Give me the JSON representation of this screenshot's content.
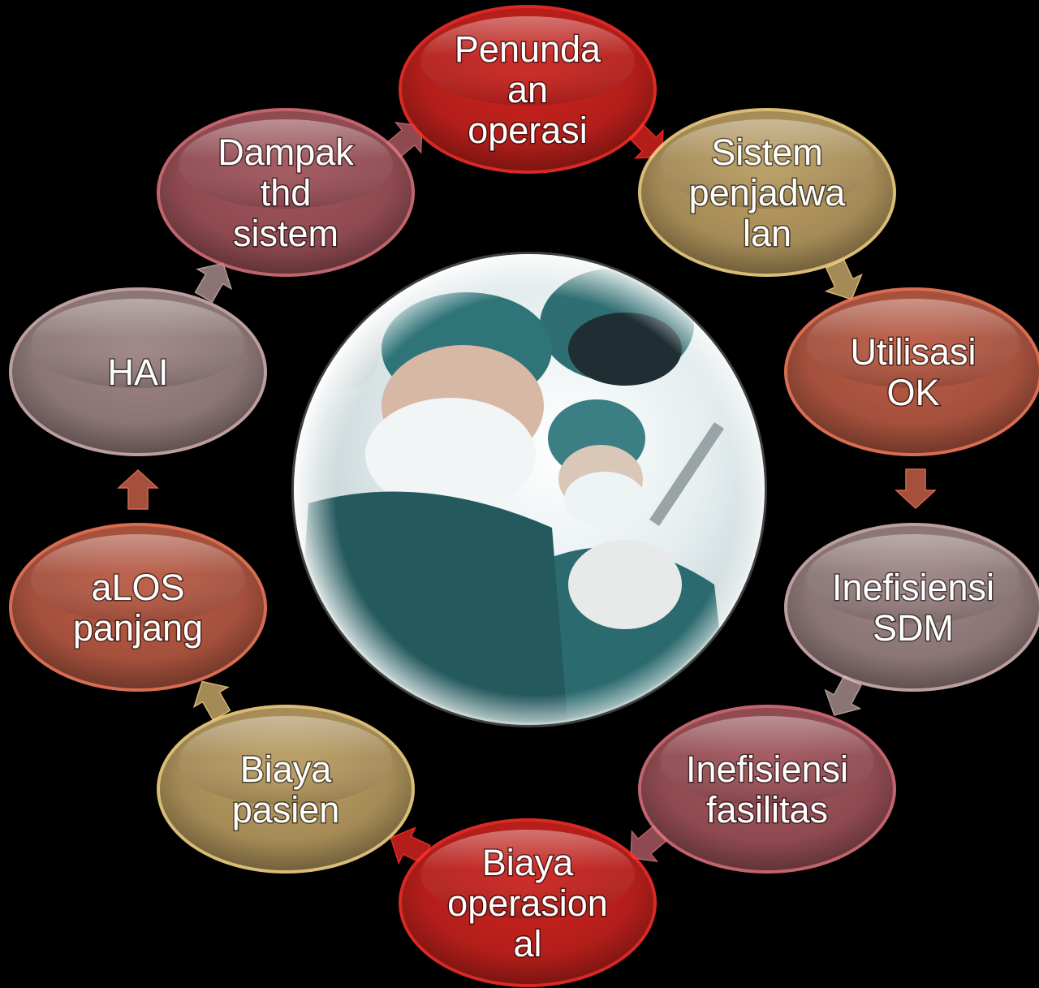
{
  "diagram": {
    "type": "cycle",
    "center_image": "surgical-team-photo",
    "nodes": [
      {
        "id": "penundaan",
        "lines": [
          "Penunda",
          "an",
          "operasi"
        ],
        "color": "#b31e1a"
      },
      {
        "id": "sistem-penjadwalan",
        "lines": [
          "Sistem",
          "penjadwa",
          "lan"
        ],
        "color": "#a48a56"
      },
      {
        "id": "utilisasi-ok",
        "lines": [
          "Utilisasi",
          "OK"
        ],
        "color": "#a4503c"
      },
      {
        "id": "inefisiensi-sdm",
        "lines": [
          "Inefisiensi",
          "SDM"
        ],
        "color": "#8a7474"
      },
      {
        "id": "inefisiensi-fasilitas",
        "lines": [
          "Inefisiensi",
          "fasilitas"
        ],
        "color": "#8e4a50"
      },
      {
        "id": "biaya-operasional",
        "lines": [
          "Biaya",
          "operasion",
          "al"
        ],
        "color": "#b31e1a"
      },
      {
        "id": "biaya-pasien",
        "lines": [
          "Biaya",
          "pasien"
        ],
        "color": "#a48a56"
      },
      {
        "id": "alos-panjang",
        "lines": [
          "aLOS",
          "panjang"
        ],
        "color": "#a4503c"
      },
      {
        "id": "hai",
        "lines": [
          "HAI"
        ],
        "color": "#8a7474"
      },
      {
        "id": "dampak-sistem",
        "lines": [
          "Dampak",
          "thd",
          "sistem"
        ],
        "color": "#8e4a50"
      }
    ],
    "arrow_colors": [
      "#b31e1a",
      "#a48a56",
      "#a4503c",
      "#8a7474",
      "#8e4a50",
      "#b31e1a",
      "#a48a56",
      "#a4503c",
      "#8a7474",
      "#8e4a50"
    ]
  }
}
